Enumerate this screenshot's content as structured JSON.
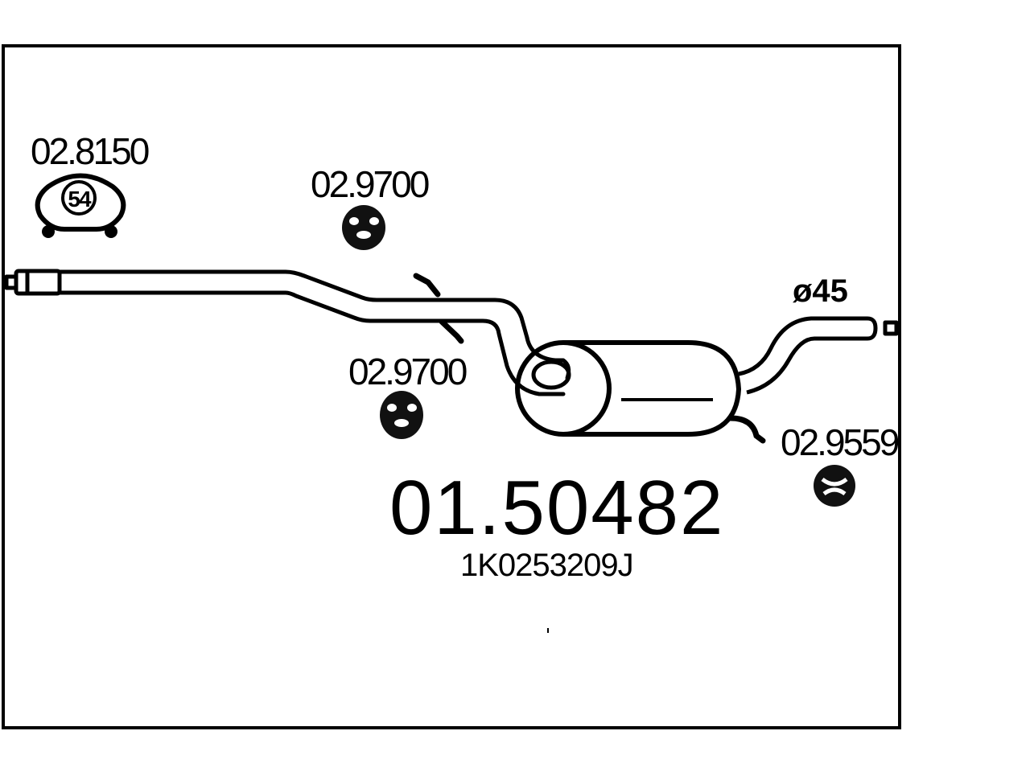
{
  "diagram": {
    "main_part_number": "01.50482",
    "oem_number": "1K0253209J",
    "diameter_label": "ø45",
    "parts": [
      {
        "code": "02.8150",
        "icon": "clamp-icon",
        "icon_text": "54"
      },
      {
        "code": "02.9700",
        "icon": "rubber-mount-icon"
      },
      {
        "code": "02.9700",
        "icon": "rubber-mount-icon"
      },
      {
        "code": "02.9559",
        "icon": "rubber-ring-icon"
      }
    ]
  }
}
